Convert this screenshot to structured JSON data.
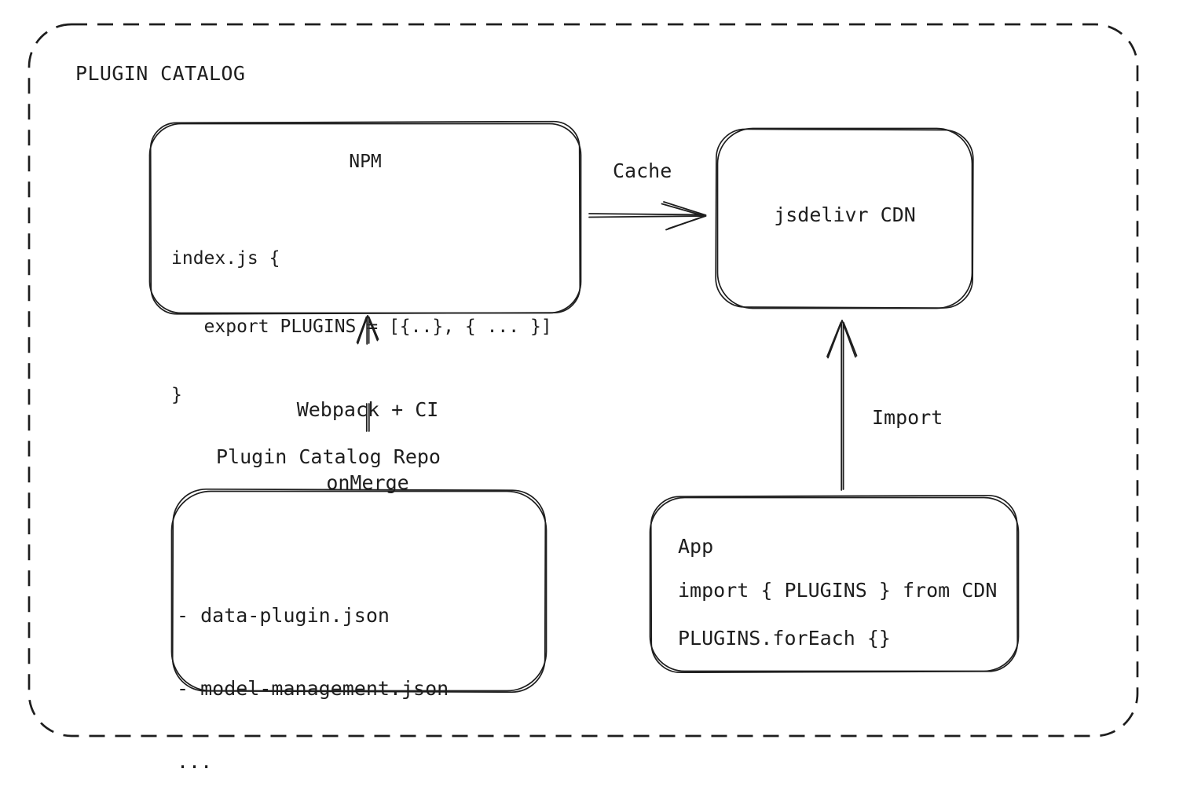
{
  "colors": {
    "background": "#ffffff",
    "ink": "#1e1e1e"
  },
  "title": "PLUGIN CATALOG",
  "nodes": {
    "npm": {
      "heading": "NPM",
      "code": [
        "index.js {",
        "   export PLUGINS = [{..}, { ... }]",
        "}"
      ]
    },
    "cdn": {
      "label": "jsdelivr CDN"
    },
    "repo": {
      "heading": "Plugin Catalog Repo",
      "files": [
        "- data-plugin.json",
        "- model-management.json",
        "..."
      ]
    },
    "app": {
      "heading": "App",
      "code": [
        "import { PLUGINS } from CDN",
        "PLUGINS.forEach {}"
      ]
    }
  },
  "edges": {
    "cache": {
      "label": "Cache"
    },
    "build": {
      "label": [
        "Webpack + CI",
        "onMerge"
      ]
    },
    "import": {
      "label": "Import"
    }
  }
}
